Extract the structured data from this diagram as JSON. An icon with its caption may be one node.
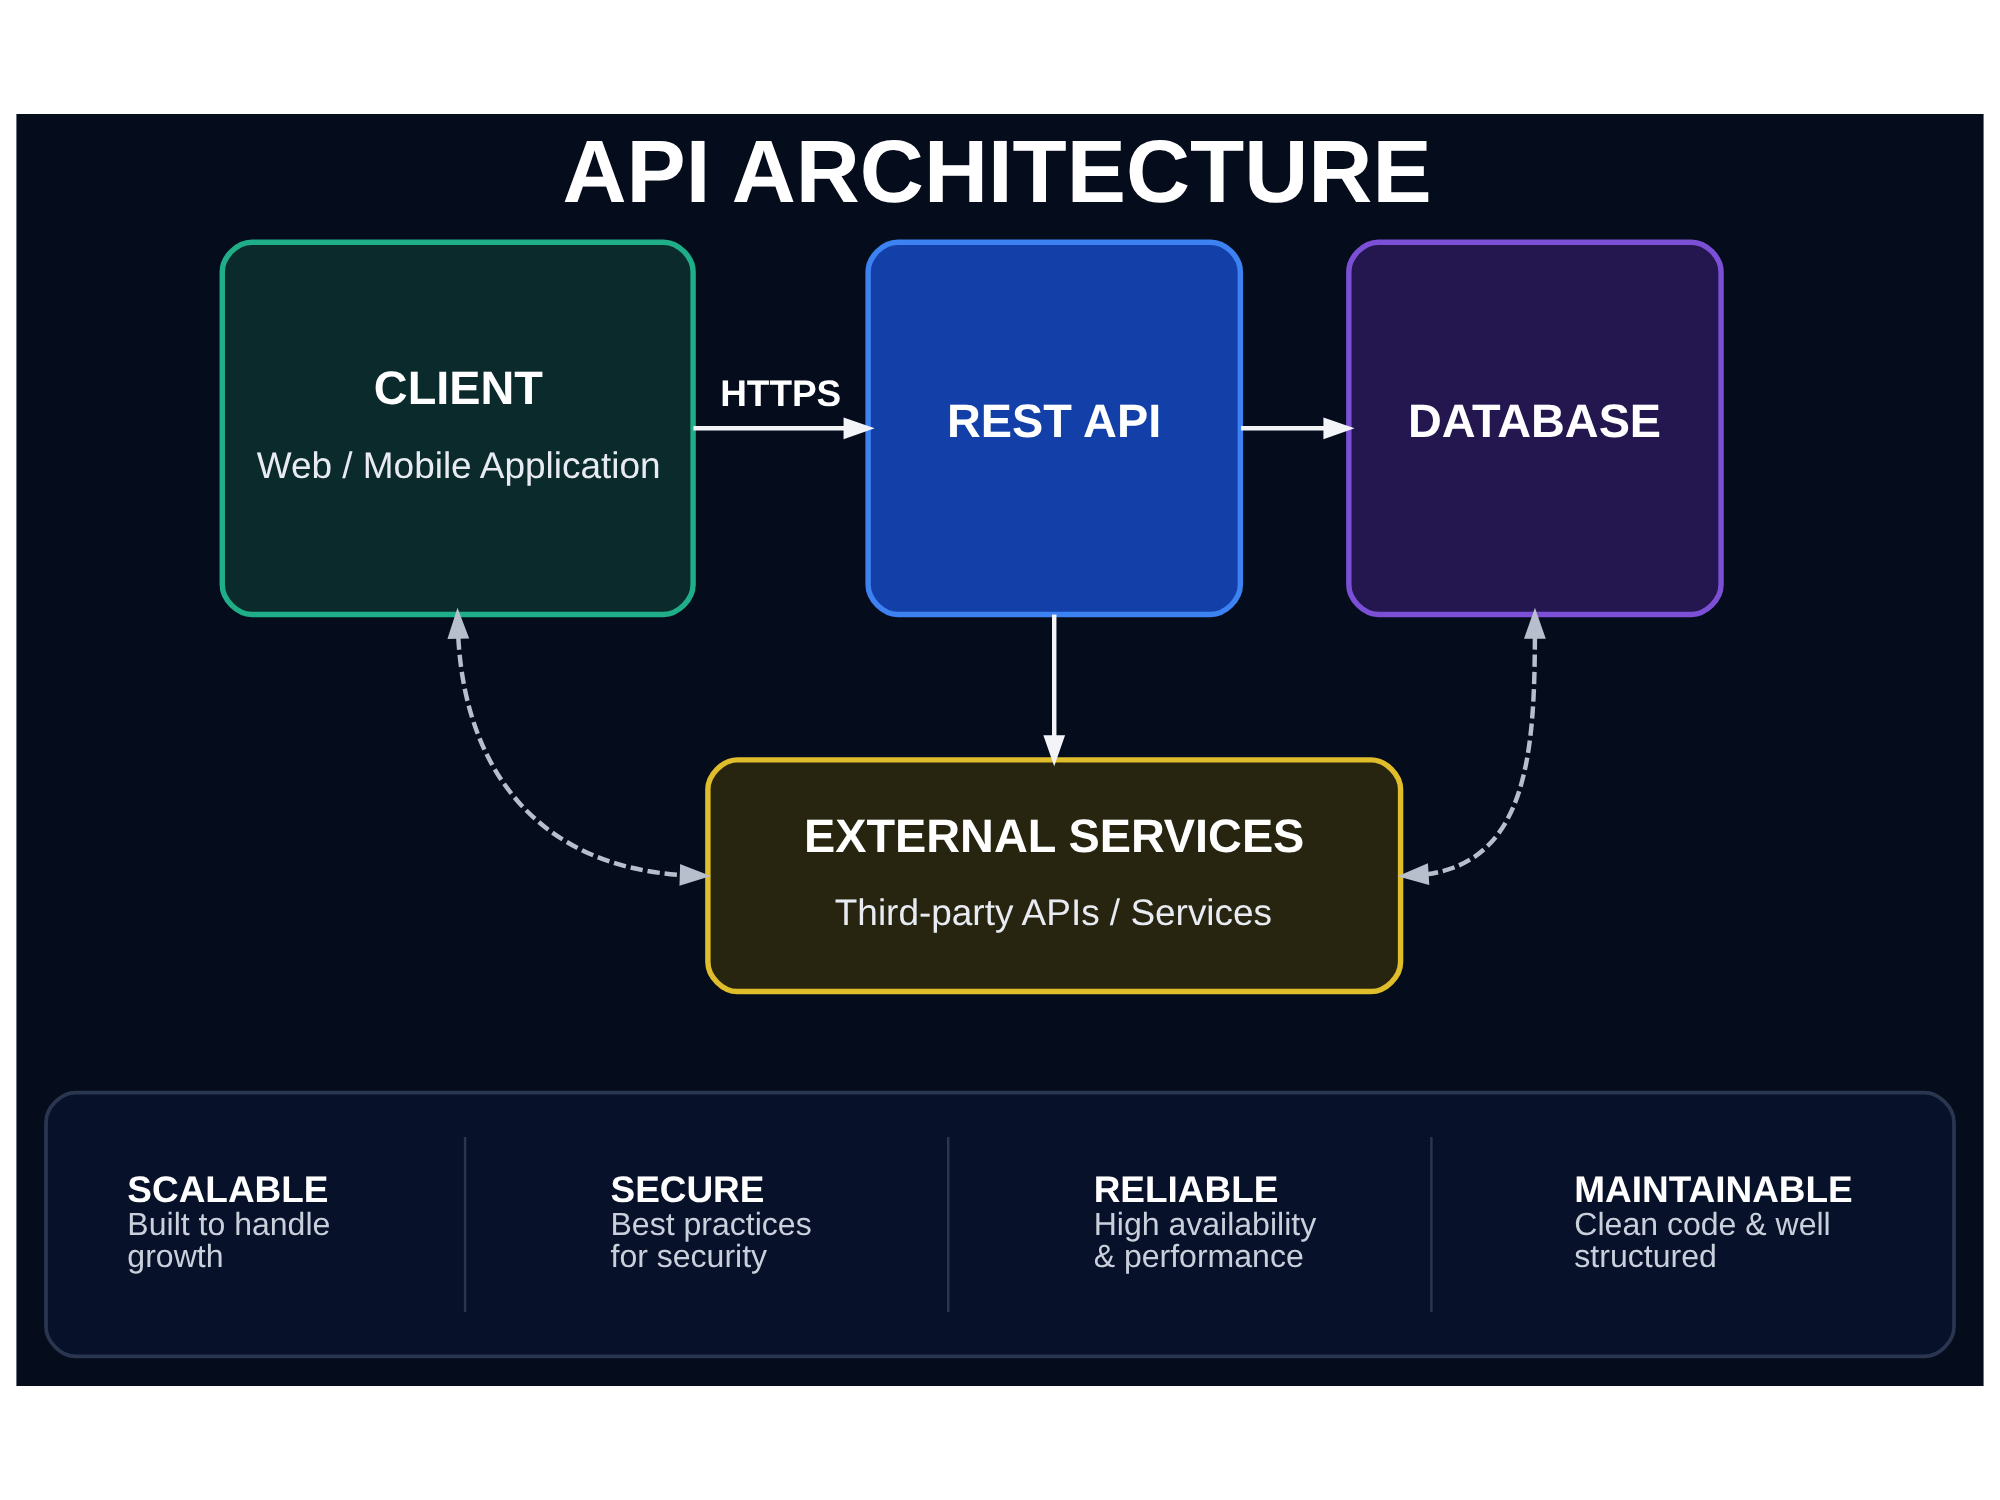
{
  "diagram": {
    "title": "API ARCHITECTURE",
    "nodes": [
      {
        "text": [
          "CLIENT",
          "Web / Mobile Application"
        ]
      },
      {
        "text": [
          "REST API"
        ]
      },
      {
        "text": [
          "DATABASE"
        ]
      },
      {
        "text": [
          "EXTERNAL SERVICES",
          "Third-party APIs / Services"
        ]
      },
      {
        "text": [],
        "shape": "box"
      },
      {
        "text": [
          "SCALABLE",
          "Built to handle growth"
        ],
        "in": 4
      },
      {
        "text": [
          "SECURE",
          "Best practices for security"
        ],
        "in": 4
      },
      {
        "text": [
          "RELIABLE",
          "High availability & performance"
        ],
        "in": 4
      },
      {
        "text": [
          "MAINTAINABLE",
          "Clean code & well structured"
        ],
        "in": 4
      }
    ],
    "edges": [
      {
        "from": 0,
        "to": 1,
        "arrow": "to",
        "label": "HTTPS"
      },
      {
        "from": 1,
        "to": 2,
        "arrow": "to"
      },
      {
        "from": 1,
        "to": 3,
        "arrow": "to"
      },
      {
        "from": 0,
        "to": 3,
        "arrow": "both",
        "style": "dashed",
        "color": "#b8bfcc"
      },
      {
        "from": 2,
        "to": 3,
        "arrow": "both",
        "style": "dashed",
        "color": "#b8bfcc"
      }
    ]
  }
}
